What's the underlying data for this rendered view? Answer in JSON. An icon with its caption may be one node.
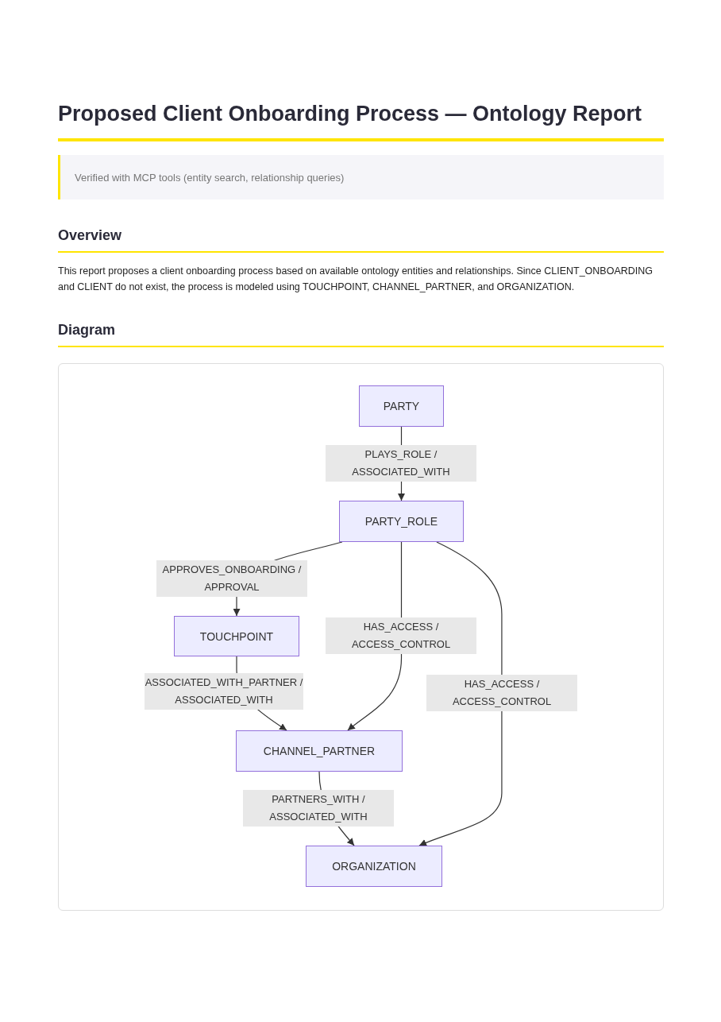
{
  "diagram": {
    "title": "Proposed Client Onboarding Process — Ontology Report",
    "nodes": [
      {
        "text": [
          "PARTY"
        ]
      },
      {
        "text": [
          "PARTY_ROLE"
        ]
      },
      {
        "text": [
          "TOUCHPOINT"
        ]
      },
      {
        "text": [
          "CHANNEL_PARTNER"
        ]
      },
      {
        "text": [
          "ORGANIZATION"
        ]
      }
    ],
    "edges": [
      {
        "from": 0,
        "to": 1,
        "arrow": "to",
        "label": "PLAYS_ROLE / ASSOCIATED_WITH"
      },
      {
        "from": 1,
        "to": 2,
        "arrow": "to",
        "label": "APPROVES_ONBOARDING / APPROVAL"
      },
      {
        "from": 1,
        "to": 3,
        "arrow": "to",
        "label": "HAS_ACCESS / ACCESS_CONTROL"
      },
      {
        "from": 1,
        "to": 4,
        "arrow": "to",
        "label": "HAS_ACCESS / ACCESS_CONTROL"
      },
      {
        "from": 2,
        "to": 3,
        "arrow": "to",
        "label": "ASSOCIATED_WITH_PARTNER / ASSOCIATED_WITH"
      },
      {
        "from": 3,
        "to": 4,
        "arrow": "to",
        "label": "PARTNERS_WITH / ASSOCIATED_WITH"
      }
    ],
    "labels": [
      "Verified with MCP tools (entity search, relationship queries)",
      "Overview",
      "This report proposes a client onboarding process based on available ontology entities and relationships. Since CLIENT_ONBOARDING and CLIENT do not exist, the process is modeled using TOUCHPOINT, CHANNEL_PARTNER, and ORGANIZATION.",
      "Diagram"
    ]
  }
}
